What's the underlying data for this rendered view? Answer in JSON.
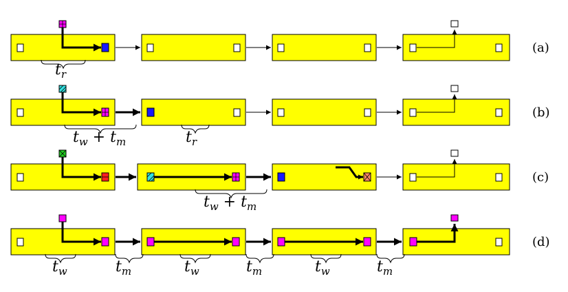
{
  "rows": [
    {
      "label": "(a)",
      "annotations": [
        [
          "t",
          "r"
        ]
      ]
    },
    {
      "label": "(b)",
      "annotations": [
        [
          "t",
          "w",
          " + ",
          "t",
          "m"
        ],
        [
          "t",
          "r"
        ]
      ]
    },
    {
      "label": "(c)",
      "annotations": [
        [
          "t",
          "w",
          " + ",
          "t",
          "m"
        ]
      ]
    },
    {
      "label": "(d)",
      "annotations": [
        [
          "t",
          "w"
        ],
        [
          "t",
          "m"
        ],
        [
          "t",
          "w"
        ],
        [
          "t",
          "m"
        ],
        [
          "t",
          "w"
        ],
        [
          "t",
          "m"
        ]
      ]
    }
  ],
  "colors": {
    "stage": "#ffff00",
    "port_empty": "#ffffff",
    "blue": "#1a1aff",
    "magenta": "#ff00ff",
    "cyan": "#33e0e0",
    "green": "#22cc22",
    "red": "#ff2020",
    "salmon": "#ff8866"
  }
}
